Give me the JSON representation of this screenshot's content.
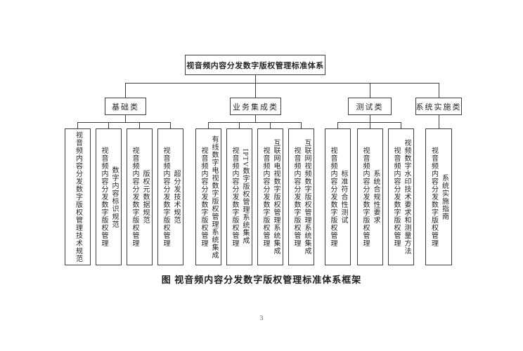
{
  "figure": {
    "caption": "图 视音频内容分发数字版权管理标准体系框架",
    "page_number": "3"
  },
  "colors": {
    "line": "#3f3f3f",
    "text": "#262626",
    "background": "#ffffff"
  },
  "tree": {
    "root_label": "视音频内容分发数字版权管理标准体系",
    "categories": [
      {
        "label": "基础类",
        "children": [
          {
            "lines": [
              "视音频内容分发数字版权管理技术规范"
            ]
          },
          {
            "lines": [
              "视音频内容分发数字版权管理",
              "数字内容标识规范"
            ]
          },
          {
            "lines": [
              "视音频内容分发数字版权管理",
              "版权元数据规范"
            ]
          },
          {
            "lines": [
              "视音频内容分发数字版权管理",
              "超分发技术规范"
            ]
          }
        ]
      },
      {
        "label": "业务集成类",
        "children": [
          {
            "lines": [
              "视音频内容分发数字版权管理",
              "有线数字电视数字版权管理系统集成"
            ]
          },
          {
            "lines": [
              "视音频内容分发数字版权管理",
              "IPTV数字版权管理系统集成"
            ]
          },
          {
            "lines": [
              "视音频内容分发数字版权管理",
              "互联网电视数字版权管理系统集成"
            ]
          },
          {
            "lines": [
              "视音频内容分发数字版权管理",
              "互联网视频数字版权管理系统集成"
            ]
          }
        ]
      },
      {
        "label": "测试类",
        "children": [
          {
            "lines": [
              "视音频内容分发数字版权管理",
              "标准符合性测试"
            ]
          },
          {
            "lines": [
              "视音频内容分发数字版权管理",
              "系统合规性要求"
            ]
          },
          {
            "lines": [
              "视音频内容分发数字版权管理",
              "视频数字水印技术要求和测量方法"
            ]
          }
        ]
      },
      {
        "label": "系统实施类",
        "children": [
          {
            "lines": [
              "视音频内容分发数字版权管理",
              "系统实施指南"
            ]
          }
        ]
      }
    ]
  }
}
